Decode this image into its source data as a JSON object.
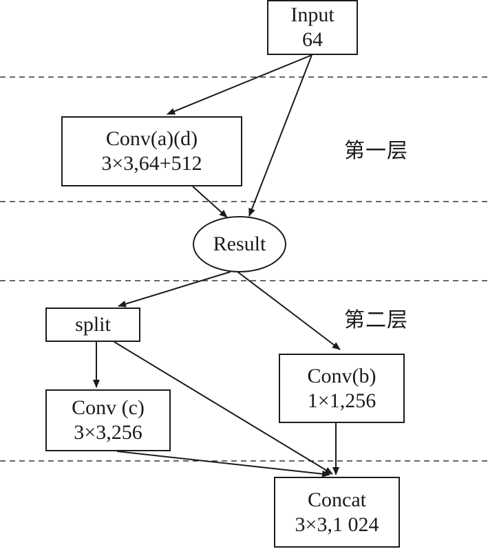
{
  "nodes": {
    "input": {
      "line1": "Input",
      "line2": "64"
    },
    "conv_ad": {
      "line1": "Conv(a)(d)",
      "line2": "3×3,64+512"
    },
    "result": {
      "label": "Result"
    },
    "split": {
      "label": "split"
    },
    "conv_c": {
      "line1": "Conv (c)",
      "line2": "3×3,256"
    },
    "conv_b": {
      "line1": "Conv(b)",
      "line2": "1×1,256"
    },
    "concat": {
      "line1": "Concat",
      "line2": "3×3,1 024"
    }
  },
  "layers": {
    "first": "第一层",
    "second": "第二层"
  }
}
